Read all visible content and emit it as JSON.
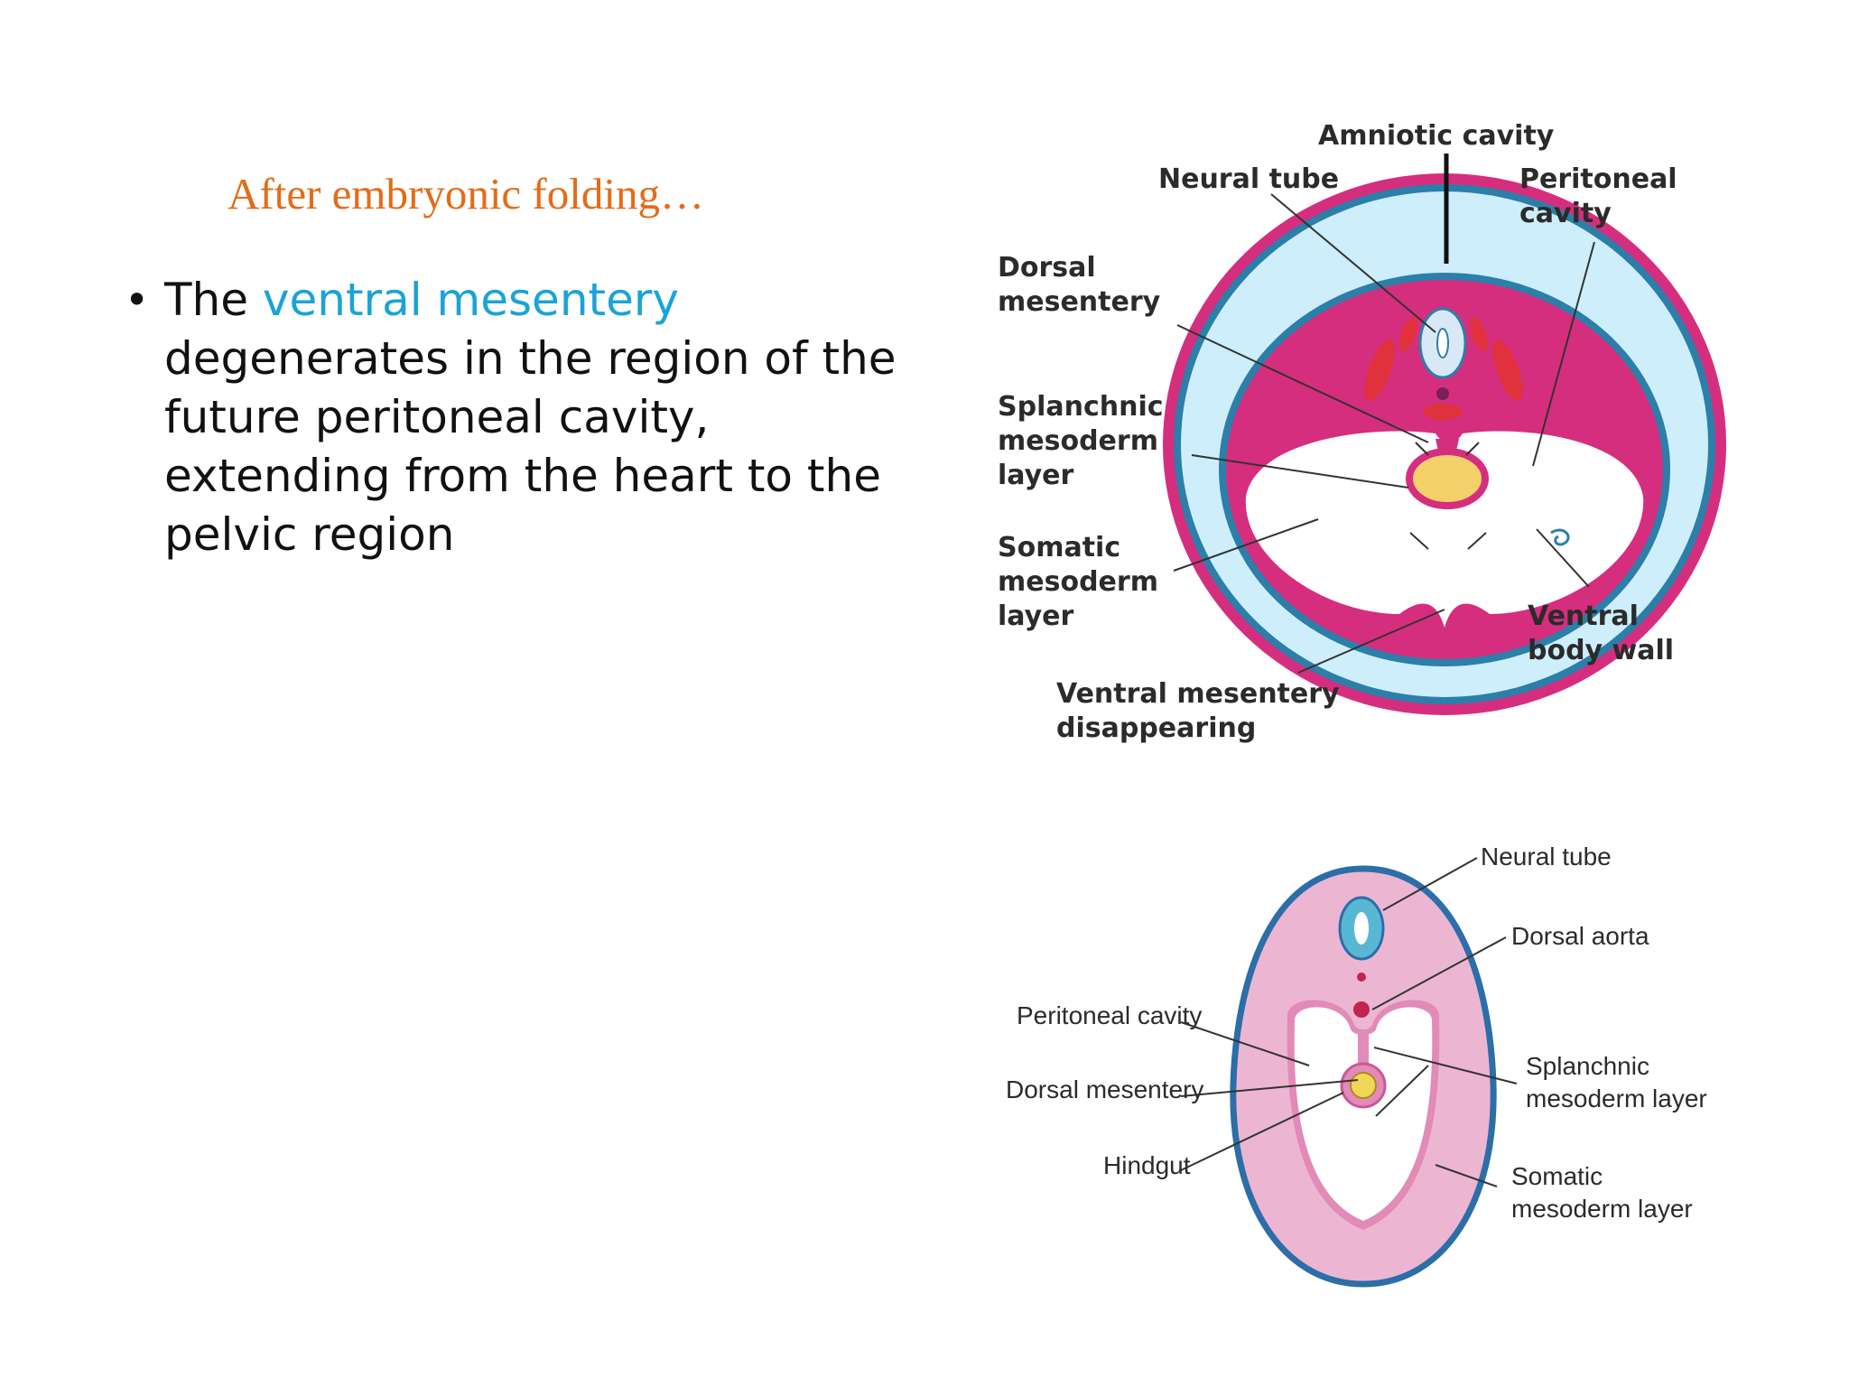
{
  "slide": {
    "heading": "After embryonic folding…",
    "bullet": {
      "prefix": "The",
      "highlight": "ventral mesentery",
      "suffix": "degenerates in the region of the future peritoneal cavity, extending from the heart to the pelvic region"
    }
  },
  "figure_top": {
    "labels": {
      "amniotic_cavity": "Amniotic cavity",
      "neural_tube": "Neural tube",
      "peritoneal_cavity_1": "Peritoneal",
      "peritoneal_cavity_2": "cavity",
      "dorsal_mesentery_1": "Dorsal",
      "dorsal_mesentery_2": "mesentery",
      "splanchnic_1": "Splanchnic",
      "splanchnic_2": "mesoderm",
      "splanchnic_3": "layer",
      "somatic_1": "Somatic",
      "somatic_2": "mesoderm",
      "somatic_3": "layer",
      "ventral_wall_1": "Ventral",
      "ventral_wall_2": "body wall",
      "ventral_mes_1": "Ventral mesentery",
      "ventral_mes_2": "disappearing"
    }
  },
  "figure_bottom": {
    "labels": {
      "neural_tube": "Neural tube",
      "dorsal_aorta": "Dorsal aorta",
      "peritoneal_cavity": "Peritoneal cavity",
      "dorsal_mesentery": "Dorsal mesentery",
      "splanchnic_1": "Splanchnic",
      "splanchnic_2": "mesoderm layer",
      "hindgut": "Hindgut",
      "somatic_1": "Somatic",
      "somatic_2": "mesoderm layer"
    }
  },
  "colors": {
    "heading": "#e36c19",
    "highlight": "#1aa3d8",
    "embryo_magenta": "#d62e7e",
    "embryo_pink": "#ecb6d2",
    "cavity_blue": "#cdeefa",
    "outline_blue": "#2b7fa8"
  }
}
